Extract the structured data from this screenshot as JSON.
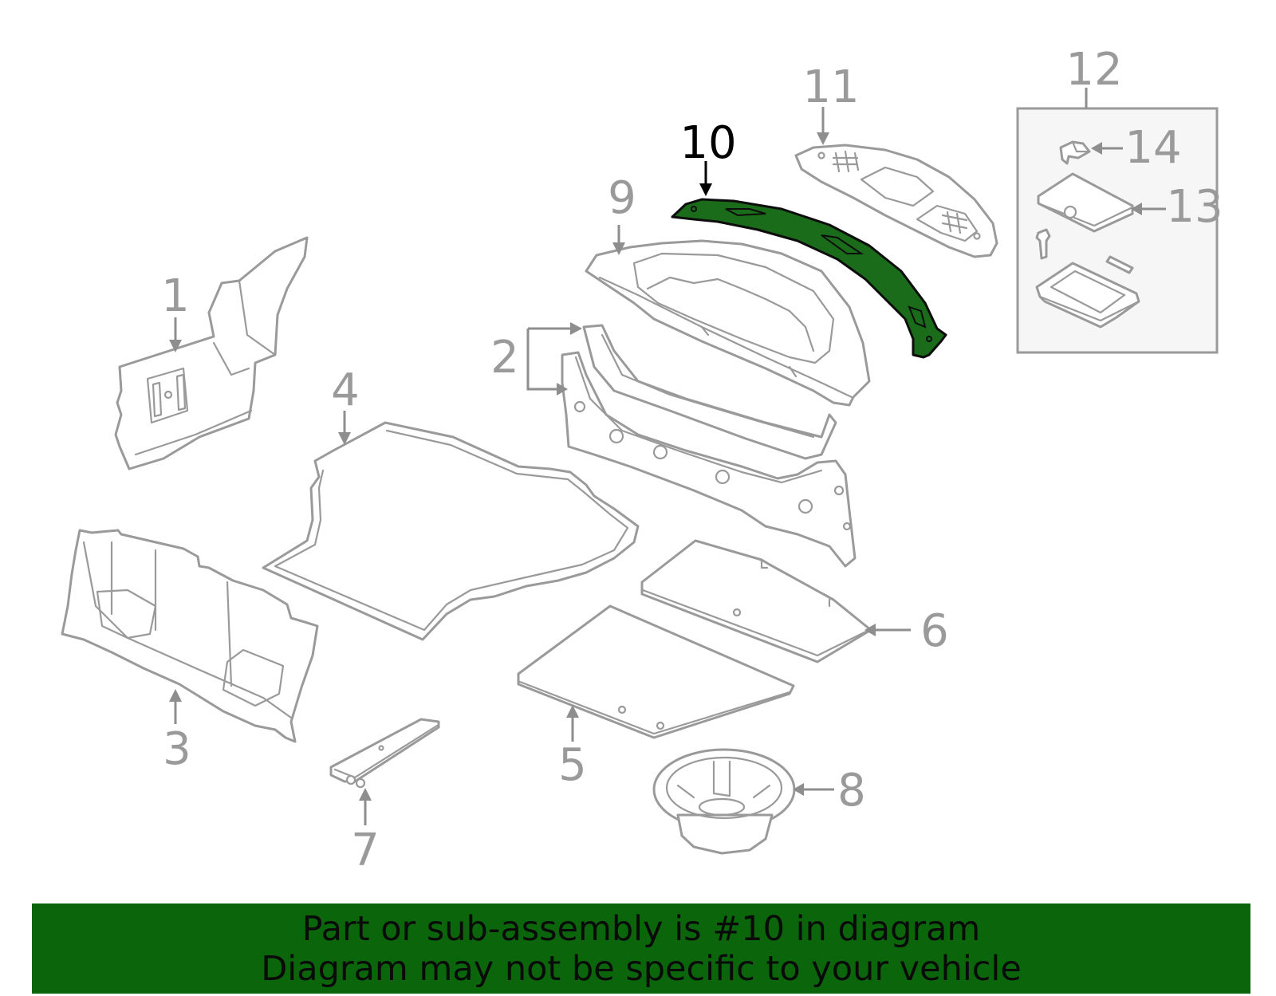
{
  "diagram": {
    "highlight_color": "#1a6b1a",
    "highlighted_part": "10",
    "callouts": [
      {
        "id": "1",
        "label": "1"
      },
      {
        "id": "2",
        "label": "2"
      },
      {
        "id": "3",
        "label": "3"
      },
      {
        "id": "4",
        "label": "4"
      },
      {
        "id": "5",
        "label": "5"
      },
      {
        "id": "6",
        "label": "6"
      },
      {
        "id": "7",
        "label": "7"
      },
      {
        "id": "8",
        "label": "8"
      },
      {
        "id": "9",
        "label": "9"
      },
      {
        "id": "10",
        "label": "10"
      },
      {
        "id": "11",
        "label": "11"
      },
      {
        "id": "12",
        "label": "12"
      },
      {
        "id": "13",
        "label": "13"
      },
      {
        "id": "14",
        "label": "14"
      }
    ]
  },
  "banner": {
    "color": "#0b650b",
    "line1": "Part or sub-assembly is #10 in diagram",
    "line2": "Diagram may not be specific to your vehicle"
  }
}
